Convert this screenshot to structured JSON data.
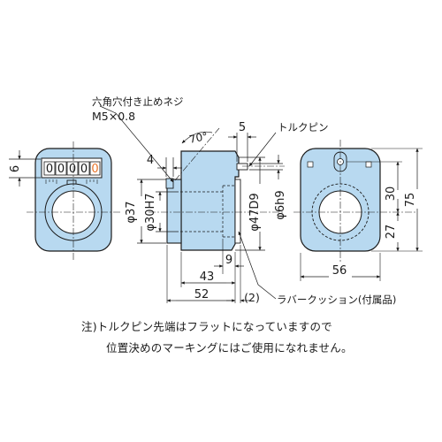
{
  "labels": {
    "setscrew_name": "六角穴付き止めネジ",
    "setscrew_size": "M5×0.8",
    "angle": "70°",
    "torque_pin": "トルクピン",
    "rubber_cushion": "ラバークッション(付属品)"
  },
  "counter_digits": [
    "0",
    "0",
    "0",
    "0",
    "0"
  ],
  "dimensions": {
    "d6": "6",
    "d4": "4",
    "d5": "5",
    "phi37": "φ37",
    "phi30H7": "φ30H7",
    "phi47D9": "φ47D9",
    "phi6h9": "φ6h9",
    "d9": "9",
    "d43": "43",
    "d52": "52",
    "d2": "(2)",
    "d56": "56",
    "d30": "30",
    "d75": "75",
    "d27": "27"
  },
  "note": {
    "line1": "注)トルクピン先端はフラットになっていますので",
    "line2": "位置決めのマーキングにはご使用になれません。"
  },
  "colors": {
    "body_fill": "#b8d9f0",
    "line": "#1a1a1a",
    "orange_digit": "#e8742a"
  }
}
